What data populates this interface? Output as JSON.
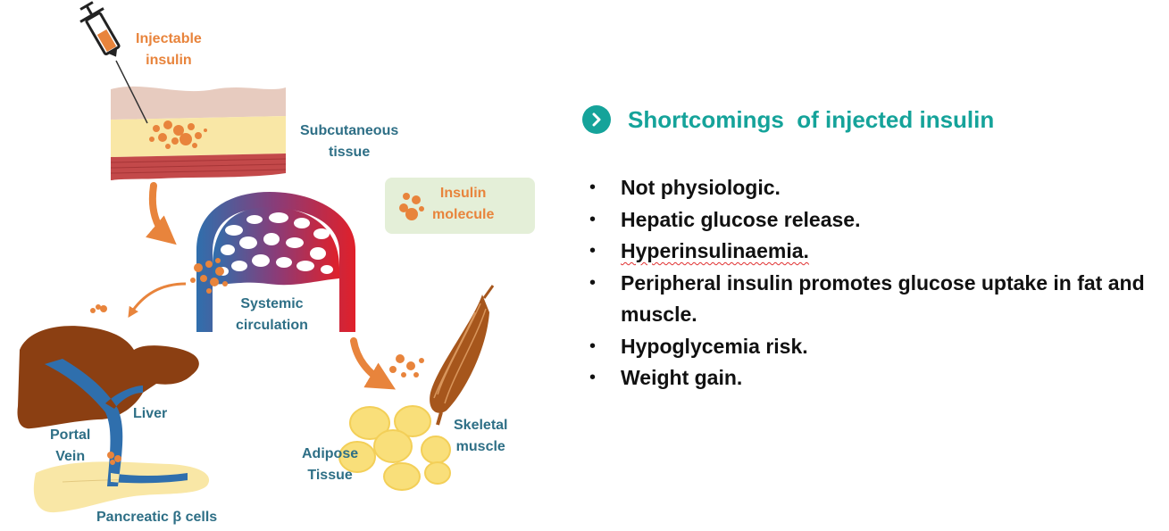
{
  "diagram": {
    "labels": {
      "injectable_insulin": "Injectable\ninsulin",
      "subcutaneous_tissue": "Subcutaneous\ntissue",
      "insulin_molecule": "Insulin\nmolecule",
      "systemic_circulation": "Systemic\ncirculation",
      "liver": "Liver",
      "portal_vein": "Portal\nVein",
      "pancreatic_cells": "Pancreatic β cells",
      "adipose_tissue": "Adipose\nTissue",
      "skeletal_muscle": "Skeletal\nmuscle"
    },
    "colors": {
      "label_teal": "#2e6f86",
      "label_orange": "#e8843c",
      "insulin_dots": "#e8843c",
      "liver": "#8b3f12",
      "vein_blue": "#2f6fad",
      "artery_red": "#e0202a",
      "adipose_yellow": "#f9df7a",
      "legend_bg": "#e4efd8"
    }
  },
  "panel": {
    "heading": "Shortcomings  of injected insulin",
    "heading_icon": "chevron-right-icon",
    "accent_color": "#15a39a",
    "bullets": [
      "Not physiologic.",
      "Hepatic glucose release.",
      "Hyperinsulinaemia.",
      "Peripheral insulin promotes glucose uptake in fat and muscle.",
      "Hypoglycemia risk.",
      "Weight gain."
    ]
  }
}
